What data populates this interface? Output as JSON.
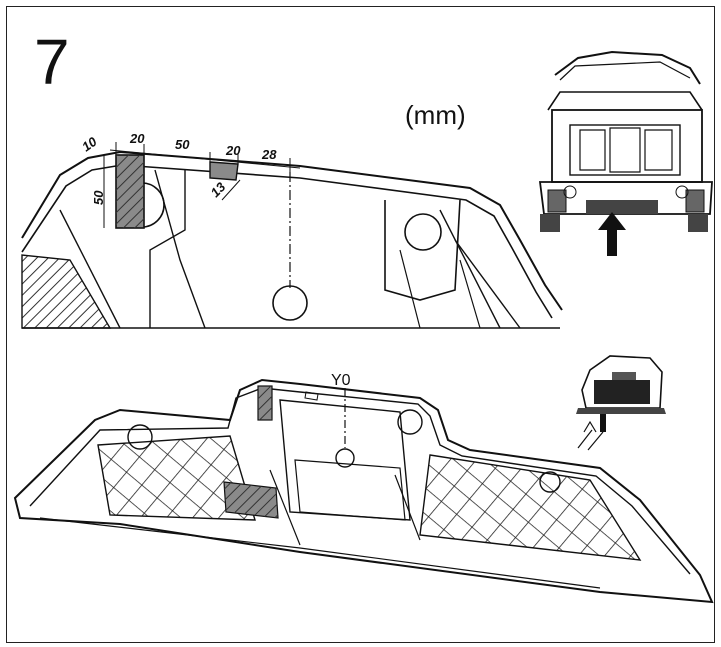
{
  "step": {
    "number": "7"
  },
  "units": {
    "label": "(mm)"
  },
  "dimensions": {
    "d10": "10",
    "d20a": "20",
    "d50w": "50",
    "d20b": "20",
    "d28": "28",
    "d50h": "50",
    "d13": "13"
  },
  "datum": {
    "label": "Y0"
  },
  "colors": {
    "line": "#111111",
    "hatch": "#555555",
    "fill": "#9a9a9a"
  }
}
